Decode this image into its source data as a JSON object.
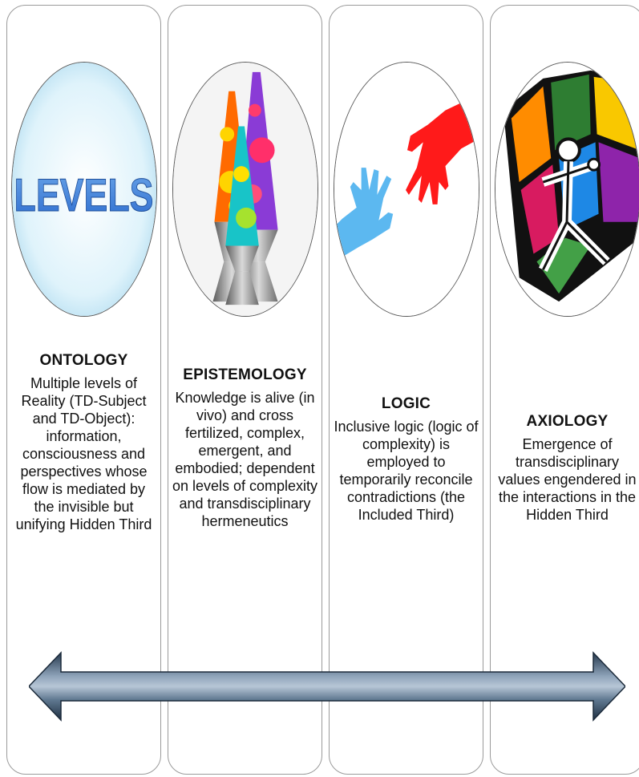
{
  "panels": [
    {
      "title": "ONTOLOGY",
      "image_text": "LEVELS",
      "text": "Multiple levels of Reality (TD-Subject and TD-Object): information, consciousness and perspectives whose flow is mediated by the invisible but unifying Hidden Third"
    },
    {
      "title": "EPISTEMOLOGY",
      "text": "Knowledge is alive (in vivo) and cross fertilized, complex, emergent, and embodied; dependent on levels of complexity and transdisciplinary hermeneutics"
    },
    {
      "title": "LOGIC",
      "text": "Inclusive logic (logic of complexity) is employed to temporarily reconcile contradictions (the Included Third)"
    },
    {
      "title": "AXIOLOGY",
      "text": "Emergence of transdisciplinary values engendered in the interactions in the Hidden Third"
    }
  ],
  "colors": {
    "panel_border": "#9a9a9a",
    "arrow_dark": "#25384d",
    "arrow_light": "#b7c6d6"
  }
}
